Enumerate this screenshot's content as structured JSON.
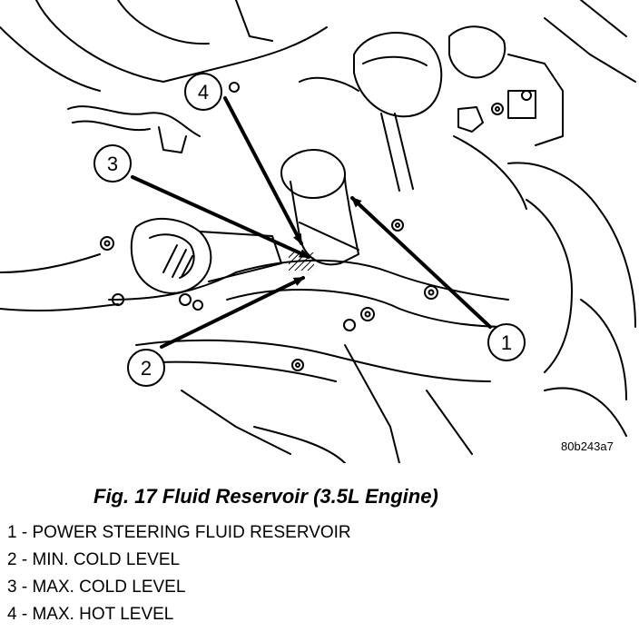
{
  "figure": {
    "reference_id": "80b243a7",
    "callouts": [
      {
        "number": "1",
        "label": "POWER STEERING FLUID RESERVOIR"
      },
      {
        "number": "2",
        "label": "MIN. COLD LEVEL"
      },
      {
        "number": "3",
        "label": "MAX. COLD LEVEL"
      },
      {
        "number": "4",
        "label": "MAX. HOT LEVEL"
      }
    ]
  },
  "caption": "Fig. 17 Fluid Reservoir (3.5L Engine)",
  "legend": [
    "1 - POWER STEERING FLUID RESERVOIR",
    "2 - MIN. COLD LEVEL",
    "3 - MAX. COLD LEVEL",
    "4 - MAX. HOT LEVEL"
  ]
}
